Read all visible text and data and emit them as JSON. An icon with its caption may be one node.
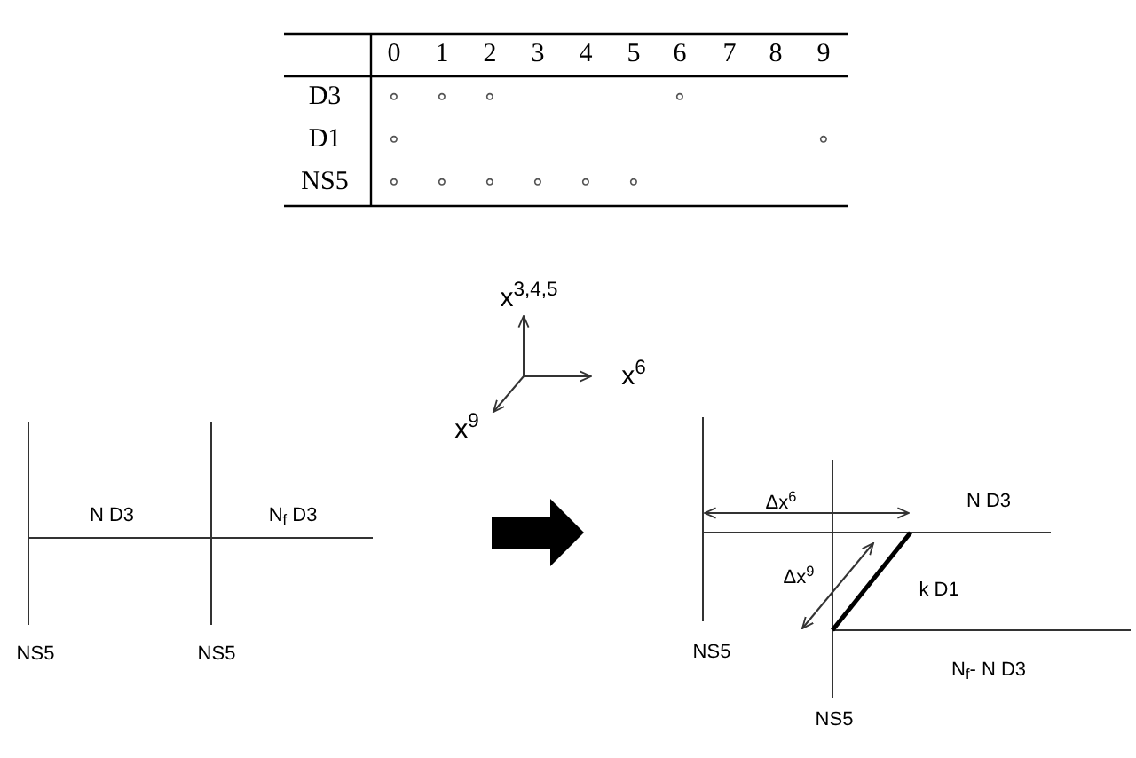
{
  "diagram": {
    "labels": [
      "0",
      "1",
      "2",
      "3",
      "4",
      "5",
      "6",
      "7",
      "8",
      "9",
      "D3",
      "∘",
      "∘",
      "∘",
      "∘",
      "D1",
      "∘",
      "∘",
      "NS5",
      "∘",
      "∘",
      "∘",
      "∘",
      "∘",
      "∘",
      "x$^{3,4,5}$",
      "x$^{6}$",
      "x$^{9}$",
      "N D3",
      "N$_{f}$ D3",
      "NS5",
      "NS5",
      "Δx$^{6}$",
      "N D3",
      "Δx$^{9}$",
      "k D1",
      "NS5",
      "N$_{f}$- N D3",
      "NS5"
    ]
  }
}
